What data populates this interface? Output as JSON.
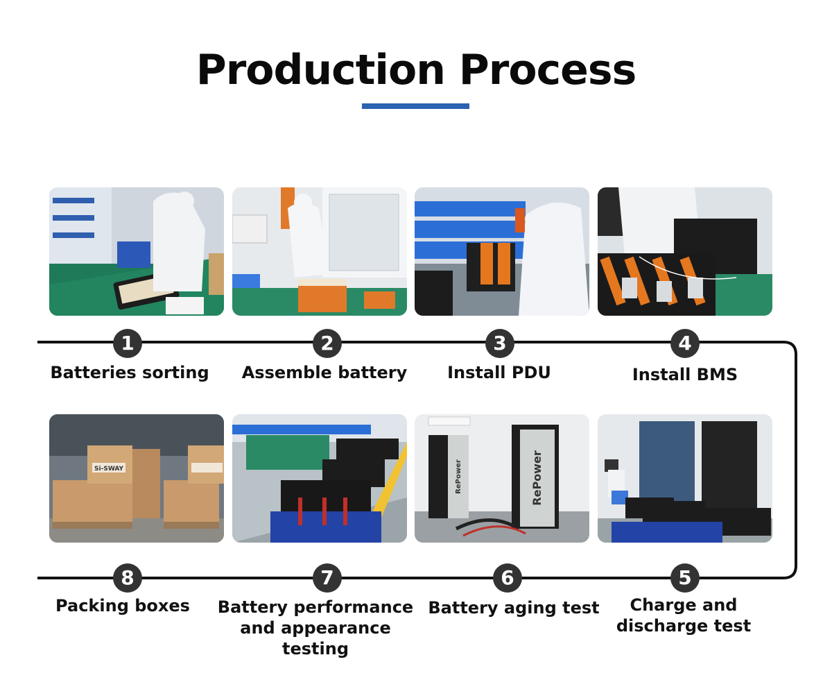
{
  "title": "Production Process",
  "brand_color": "#2b62b1",
  "steps": [
    {
      "number": "1",
      "label": "Batteries sorting"
    },
    {
      "number": "2",
      "label": "Assemble battery"
    },
    {
      "number": "3",
      "label": "Install PDU"
    },
    {
      "number": "4",
      "label": "Install BMS"
    },
    {
      "number": "5",
      "label": "Charge and\ndischarge test"
    },
    {
      "number": "6",
      "label": "Battery aging test"
    },
    {
      "number": "7",
      "label": "Battery performance\nand appearance testing"
    },
    {
      "number": "8",
      "label": "Packing boxes"
    }
  ],
  "photo_lettering": {
    "brand": "Si-SWAY",
    "cabinet": "RePower"
  }
}
